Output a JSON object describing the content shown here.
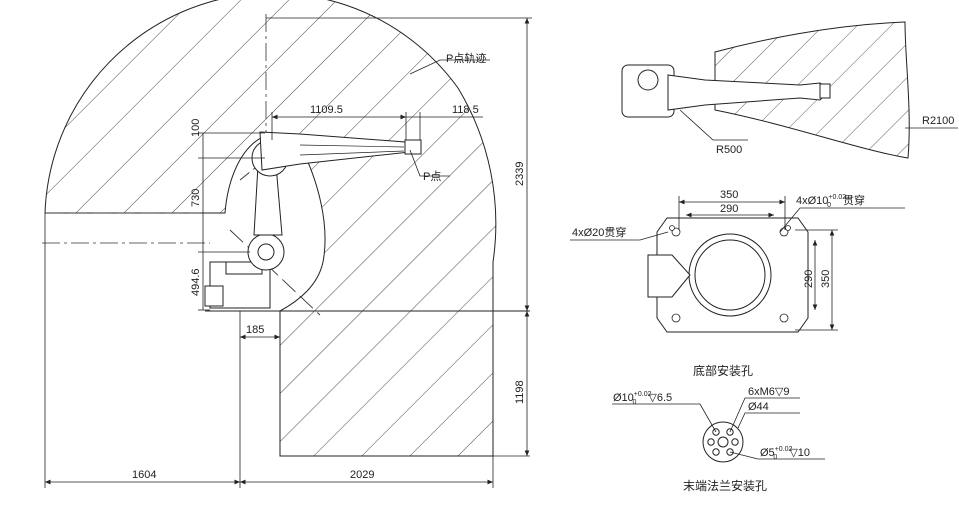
{
  "side_view": {
    "p_trajectory_label": "P点轨迹",
    "p_point_label": "P点",
    "dims": {
      "d_1109_5": "1109.5",
      "d_118_5": "118.5",
      "d_100": "100",
      "d_730": "730",
      "d_494_6": "494.6",
      "d_185": "185",
      "d_2339": "2339",
      "d_1198": "1198",
      "d_1604": "1604",
      "d_2029": "2029"
    }
  },
  "top_view": {
    "r500": "R500",
    "r2100": "R2100"
  },
  "base": {
    "d_350_top": "350",
    "d_290_top": "290",
    "hole_top": "4xØ10",
    "hole_top_tol_upper": "+0.02",
    "hole_top_tol_lower": "0",
    "hole_top_suffix": "贯穿",
    "hole_left": "4xØ20贯穿",
    "d_290_side": "290",
    "d_350_side": "350",
    "caption": "底部安装孔"
  },
  "flange": {
    "left_callout": "Ø10",
    "left_tol_upper": "+0.02",
    "left_tol_lower": "0",
    "left_depth": "▽6.5",
    "m6": "6xM6▽9",
    "d44": "Ø44",
    "bottom_callout": "Ø5",
    "bottom_tol_upper": "+0.02",
    "bottom_tol_lower": "0",
    "bottom_depth": "▽10",
    "caption": "末端法兰安装孔"
  }
}
